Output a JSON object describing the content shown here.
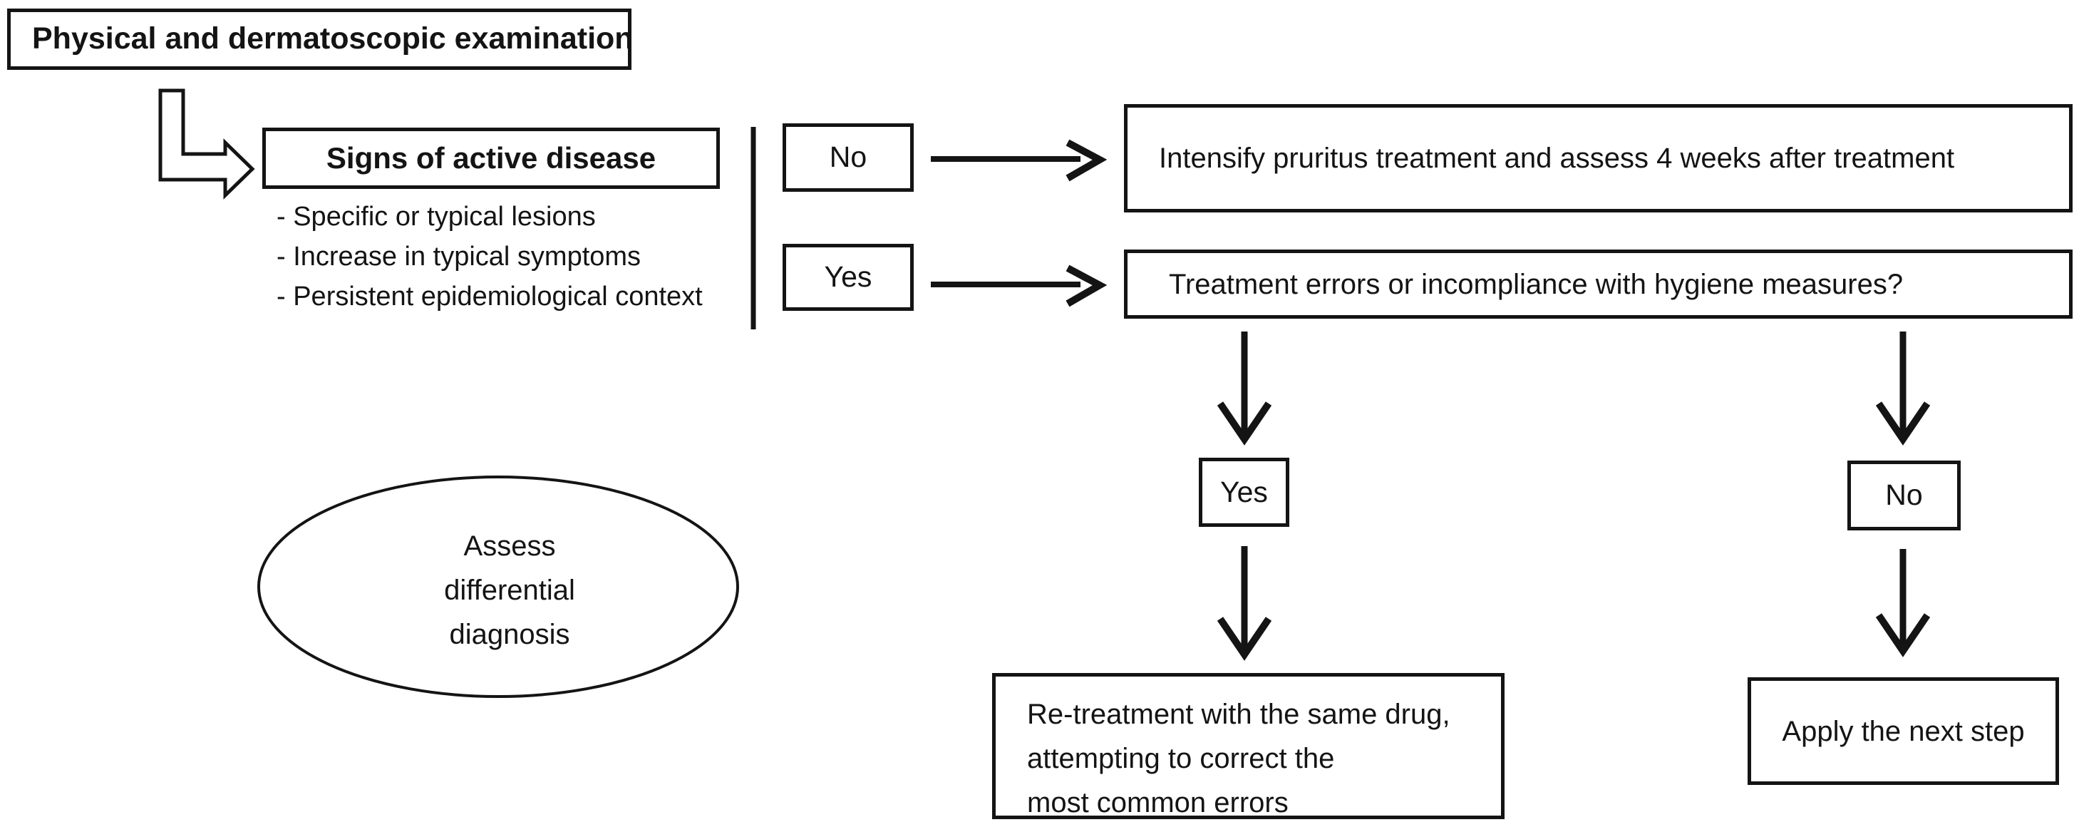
{
  "flow": {
    "title_box": {
      "label": "Physical and dermatoscopic examination"
    },
    "signs_box": {
      "label": "Signs of active disease",
      "bullets": [
        "- Specific or typical lesions",
        "- Increase in typical symptoms",
        "- Persistent epidemiological context"
      ]
    },
    "branch_no": {
      "label": "No"
    },
    "branch_yes": {
      "label": "Yes"
    },
    "intensify_box": {
      "label": "Intensify pruritus treatment and assess 4 weeks after treatment"
    },
    "question_box": {
      "label": "Treatment errors or incompliance with hygiene measures?"
    },
    "question_yes": {
      "label": "Yes"
    },
    "question_no": {
      "label": "No"
    },
    "retreatment_box": {
      "lines": [
        "Re-treatment with the same drug,",
        "attempting to correct the",
        "most common errors"
      ]
    },
    "apply_box": {
      "label": "Apply the next step"
    },
    "ellipse": {
      "lines": [
        "Assess",
        "differential",
        "diagnosis"
      ]
    },
    "colors": {
      "ink": "#141414",
      "background": "#ffffff"
    }
  }
}
